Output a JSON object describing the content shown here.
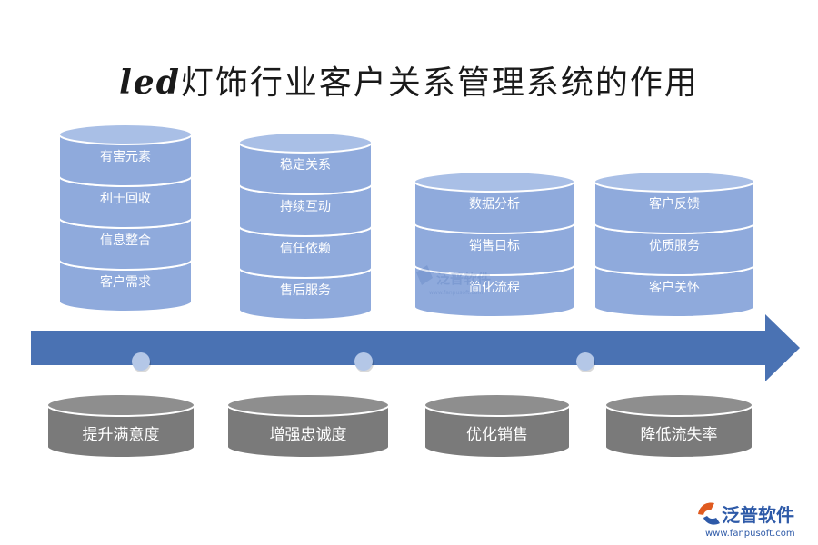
{
  "title": {
    "prefix": "led",
    "main": "灯饰行业客户关系管理系统的作用"
  },
  "stacks": [
    {
      "layers": [
        "有害元素",
        "利于回收",
        "信息整合",
        "客户需求"
      ]
    },
    {
      "layers": [
        "稳定关系",
        "持续互动",
        "信任依赖",
        "售后服务"
      ]
    },
    {
      "layers": [
        "数据分析",
        "销售目标",
        "简化流程"
      ]
    },
    {
      "layers": [
        "客户反馈",
        "优质服务",
        "客户关怀"
      ]
    }
  ],
  "bases": [
    "提升满意度",
    "增强忠诚度",
    "优化销售",
    "降低流失率"
  ],
  "watermark": {
    "brand": "泛普软件",
    "url": "www.fanpusoft.com"
  },
  "colors": {
    "stack_fill": "#8faadc",
    "stack_top": "#a9bfe6",
    "stack_stroke": "#ffffff",
    "arrow": "#4a72b3",
    "dot": "#b4c7e7",
    "base_fill": "#7a7a7a",
    "base_top": "#8e8e8e",
    "brand": "#2e5aa8",
    "brand_accent": "#e05a1f"
  }
}
